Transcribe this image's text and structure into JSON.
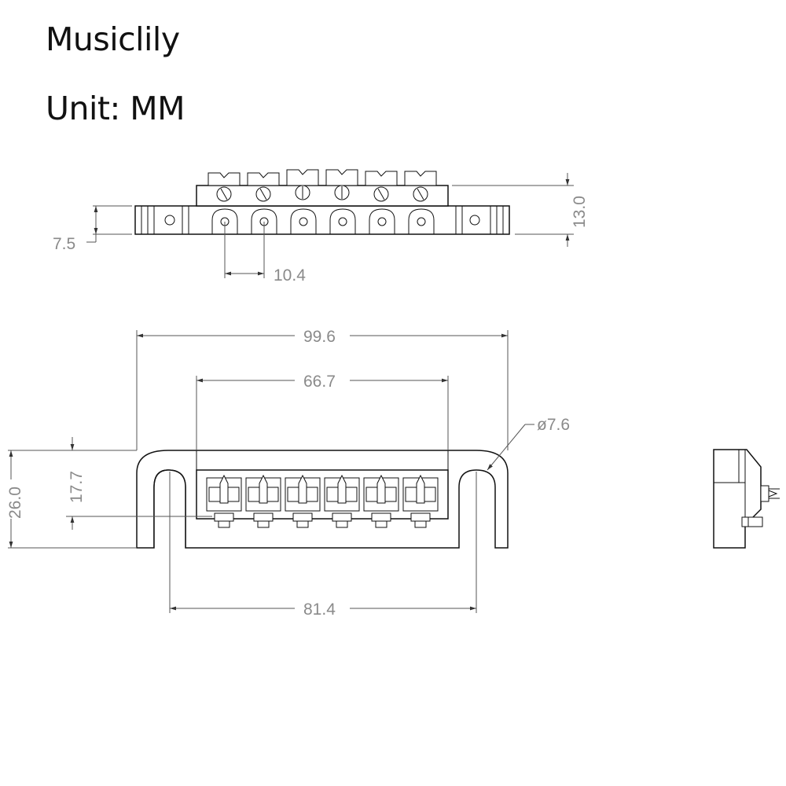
{
  "header": {
    "brand": "Musiclily",
    "unit": "Unit: MM"
  },
  "dimensions": {
    "top_height_left": "7.5",
    "top_height_right": "13.0",
    "saddle_spacing": "10.4",
    "overall_width": "99.6",
    "saddle_span": "66.7",
    "slot_diameter": "ø7.6",
    "overall_depth": "26.0",
    "slot_depth": "17.7",
    "slot_spacing": "81.4"
  },
  "colors": {
    "line": "#111111",
    "dimension": "#8a8a8a"
  }
}
